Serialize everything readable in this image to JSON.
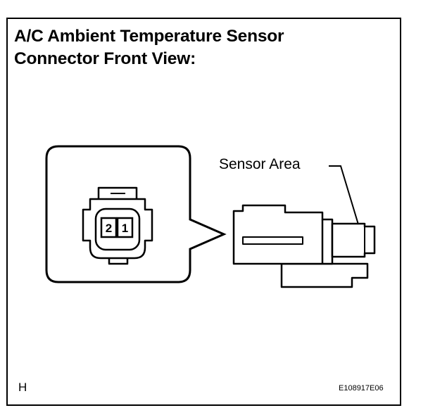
{
  "title": {
    "line1": "A/C Ambient Temperature Sensor",
    "line2": "Connector Front View:"
  },
  "labels": {
    "sensor_area": "Sensor Area"
  },
  "connector": {
    "pins": [
      "2",
      "1"
    ]
  },
  "footer": {
    "left_code": "H",
    "right_code": "E108917E06"
  }
}
